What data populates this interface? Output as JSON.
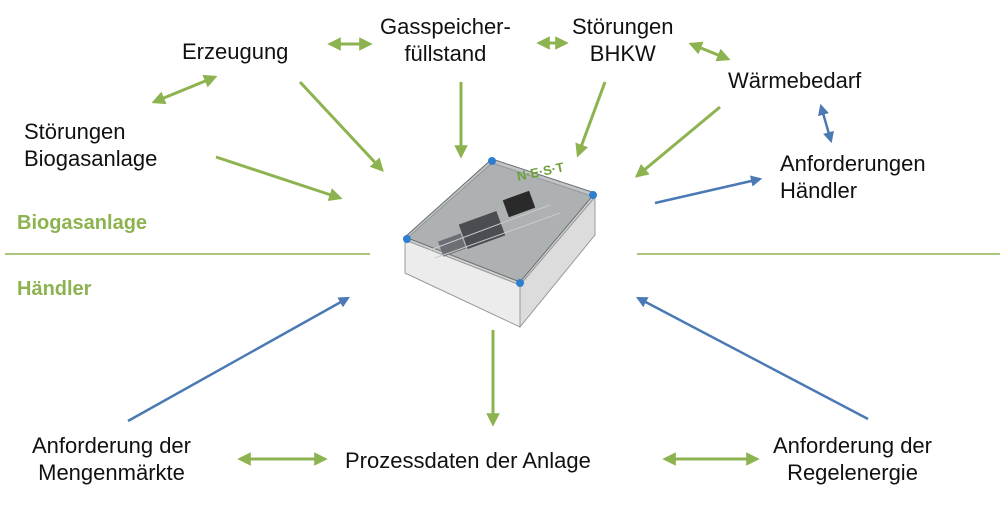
{
  "colors": {
    "green": "#8DB350",
    "blue": "#4A79B4",
    "section_label": "#8DB350"
  },
  "labels": {
    "erzeugung": "Erzeugung",
    "gasspeicher": [
      "Gasspeicher-",
      "füllstand"
    ],
    "stoerungen_bhkw": [
      "Störungen",
      "BHKW"
    ],
    "waermebedarf": "Wärmebedarf",
    "stoerungen_biogasanlage": [
      "Störungen",
      "Biogasanlage"
    ],
    "anforderungen_haendler": [
      "Anforderungen",
      "Händler"
    ],
    "anforderung_mengenmaerkte": [
      "Anforderung der",
      "Mengenmärkte"
    ],
    "prozessdaten": "Prozessdaten der Anlage",
    "anforderung_regelenergie": [
      "Anforderung der",
      "Regelenergie"
    ]
  },
  "sections": {
    "upper": "Biogasanlage",
    "lower": "Händler"
  },
  "device": {
    "brand_text": "N·E·S·T"
  }
}
